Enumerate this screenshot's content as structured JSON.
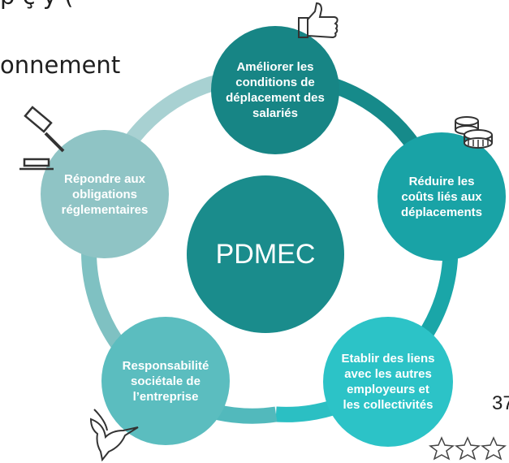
{
  "slide": {
    "title_fragment": "onnement",
    "top_fragment": "p ç y   (",
    "page_number": "37"
  },
  "center": {
    "label": "PDMEC",
    "color": "#1a8c8c"
  },
  "nodes": [
    {
      "label": "Améliorer les conditions de déplacement des salariés",
      "color": "#178585",
      "icon": "thumbs-up-icon"
    },
    {
      "label": "Réduire les coûts liés aux déplacements",
      "color": "#19a3a6",
      "icon": "coins-icon"
    },
    {
      "label": "Etablir des liens avec  les autres employeurs et les collectivités",
      "color": "#2cc3c7",
      "icon": "stars-icon"
    },
    {
      "label": "Responsabilité sociétale de l’entreprise",
      "color": "#5bbdbf",
      "icon": "bird-icon"
    },
    {
      "label": "Répondre aux obligations réglementaires",
      "color": "#8fc4c5",
      "icon": "gavel-icon"
    }
  ],
  "ring_colors": [
    "#168a8a",
    "#1aa6a8",
    "#2bbfc3",
    "#52b9bc",
    "#9ccbcc"
  ]
}
